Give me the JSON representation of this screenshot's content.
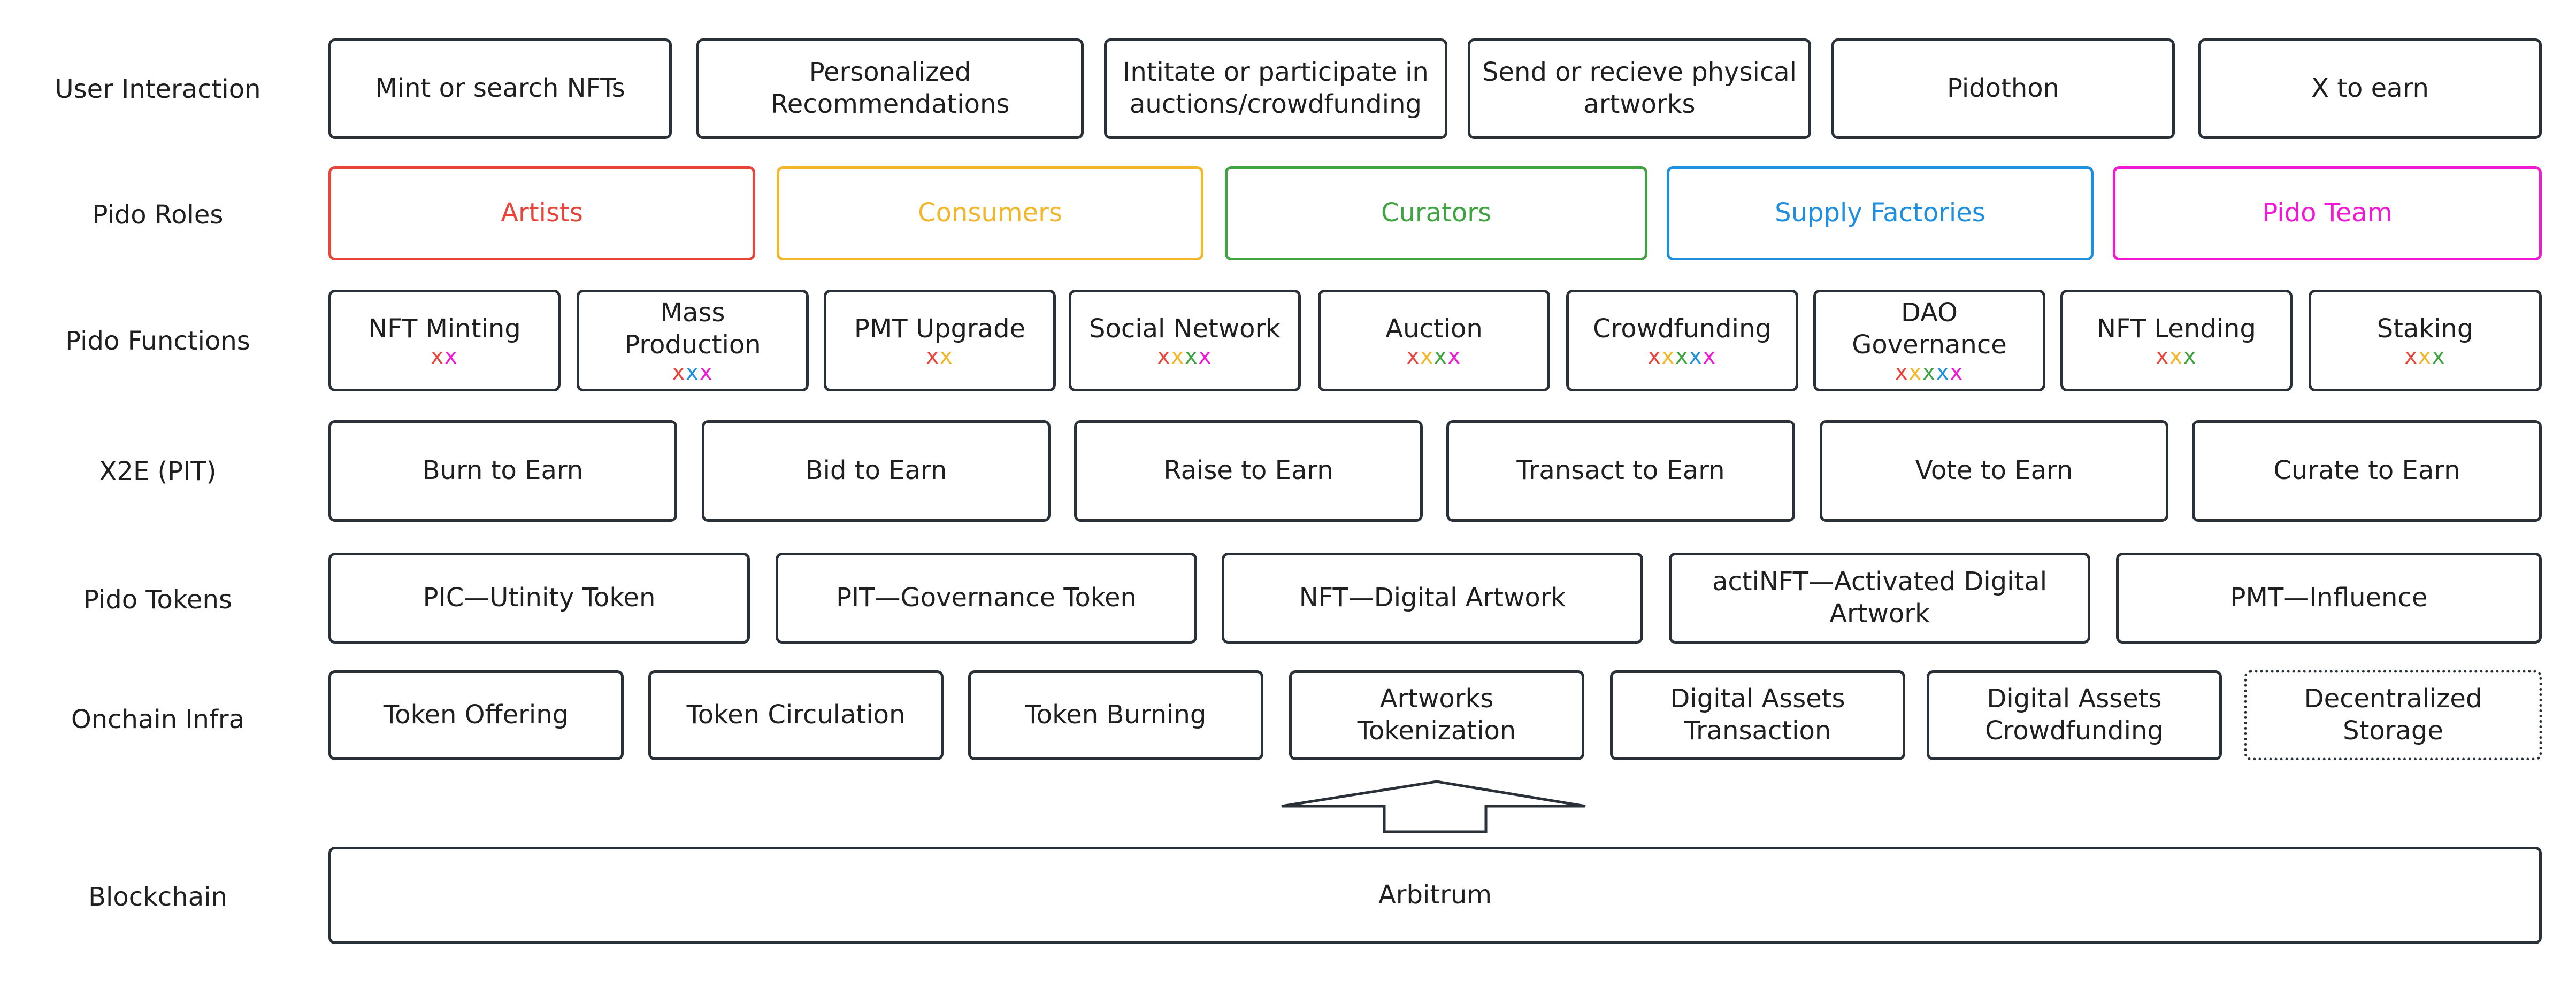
{
  "row_labels": {
    "user_interaction": "User Interaction",
    "pido_roles": "Pido Roles",
    "pido_functions": "Pido Functions",
    "x2e": "X2E (PIT)",
    "pido_tokens": "Pido Tokens",
    "onchain_infra": "Onchain Infra",
    "blockchain": "Blockchain"
  },
  "colors": {
    "border": "#2a3038",
    "artists": "#e8443a",
    "consumers": "#f2b62b",
    "curators": "#3fa33f",
    "supply_factories": "#1e8fe0",
    "pido_team": "#f018d2"
  },
  "user_interaction": [
    "Mint or search NFTs",
    "Personalized Recommendations",
    "Intitate or participate in auctions/crowdfunding",
    "Send or recieve physical artworks",
    "Pidothon",
    "X to earn"
  ],
  "roles": [
    {
      "label": "Artists",
      "color": "#e8443a"
    },
    {
      "label": "Consumers",
      "color": "#f2b62b"
    },
    {
      "label": "Curators",
      "color": "#3fa33f"
    },
    {
      "label": "Supply Factories",
      "color": "#1e8fe0"
    },
    {
      "label": "Pido Team",
      "color": "#f018d2"
    }
  ],
  "functions": [
    {
      "label": "NFT Minting",
      "marks": [
        {
          "ch": "x",
          "color": "#e8443a"
        },
        {
          "ch": "x",
          "color": "#f018d2"
        }
      ]
    },
    {
      "label": "Mass Production",
      "marks": [
        {
          "ch": "x",
          "color": "#e8443a"
        },
        {
          "ch": "x",
          "color": "#1e8fe0"
        },
        {
          "ch": "x",
          "color": "#f018d2"
        }
      ]
    },
    {
      "label": "PMT Upgrade",
      "marks": [
        {
          "ch": "x",
          "color": "#e8443a"
        },
        {
          "ch": "x",
          "color": "#f2b62b"
        }
      ]
    },
    {
      "label": "Social Network",
      "marks": [
        {
          "ch": "x",
          "color": "#e8443a"
        },
        {
          "ch": "x",
          "color": "#f2b62b"
        },
        {
          "ch": "x",
          "color": "#3fa33f"
        },
        {
          "ch": "x",
          "color": "#f018d2"
        }
      ]
    },
    {
      "label": "Auction",
      "marks": [
        {
          "ch": "x",
          "color": "#e8443a"
        },
        {
          "ch": "x",
          "color": "#f2b62b"
        },
        {
          "ch": "x",
          "color": "#3fa33f"
        },
        {
          "ch": "x",
          "color": "#f018d2"
        }
      ]
    },
    {
      "label": "Crowdfunding",
      "marks": [
        {
          "ch": "x",
          "color": "#e8443a"
        },
        {
          "ch": "x",
          "color": "#f2b62b"
        },
        {
          "ch": "x",
          "color": "#3fa33f"
        },
        {
          "ch": "x",
          "color": "#1e8fe0"
        },
        {
          "ch": "x",
          "color": "#f018d2"
        }
      ]
    },
    {
      "label": "DAO Governance",
      "marks": [
        {
          "ch": "x",
          "color": "#e8443a"
        },
        {
          "ch": "x",
          "color": "#f2b62b"
        },
        {
          "ch": "x",
          "color": "#3fa33f"
        },
        {
          "ch": "x",
          "color": "#1e8fe0"
        },
        {
          "ch": "x",
          "color": "#f018d2"
        }
      ]
    },
    {
      "label": "NFT Lending",
      "marks": [
        {
          "ch": "x",
          "color": "#e8443a"
        },
        {
          "ch": "x",
          "color": "#f2b62b"
        },
        {
          "ch": "x",
          "color": "#3fa33f"
        }
      ]
    },
    {
      "label": "Staking",
      "marks": [
        {
          "ch": "x",
          "color": "#e8443a"
        },
        {
          "ch": "x",
          "color": "#f2b62b"
        },
        {
          "ch": "x",
          "color": "#3fa33f"
        }
      ]
    }
  ],
  "x2e": [
    "Burn to Earn",
    "Bid to Earn",
    "Raise to Earn",
    "Transact to Earn",
    "Vote to Earn",
    "Curate to Earn"
  ],
  "tokens": [
    "PIC—Utinity Token",
    "PIT—Governance Token",
    "NFT—Digital Artwork",
    "actiNFT—Activated Digital Artwork",
    "PMT—Influence"
  ],
  "infra": [
    {
      "label": "Token Offering",
      "dotted": false
    },
    {
      "label": "Token Circulation",
      "dotted": false
    },
    {
      "label": "Token Burning",
      "dotted": false
    },
    {
      "label": "Artworks Tokenization",
      "dotted": false
    },
    {
      "label": "Digital Assets Transaction",
      "dotted": false
    },
    {
      "label": "Digital Assets Crowdfunding",
      "dotted": false
    },
    {
      "label": "Decentralized Storage",
      "dotted": true
    }
  ],
  "blockchain": {
    "label": "Arbitrum"
  }
}
